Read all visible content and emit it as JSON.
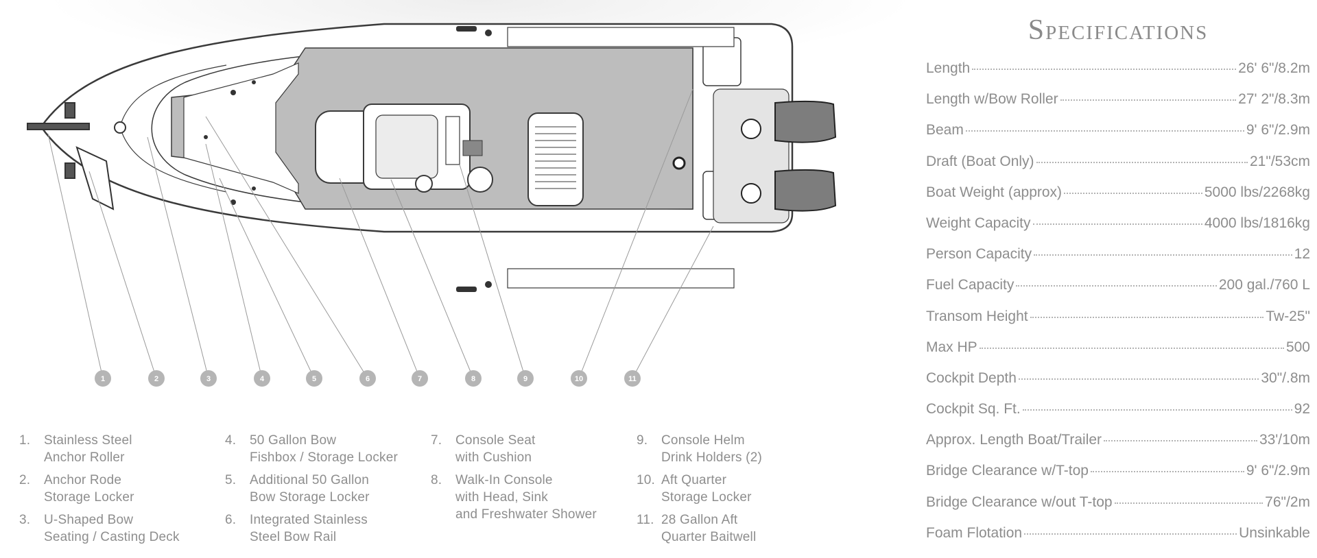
{
  "specifications": {
    "title": "Specifications",
    "rows": [
      {
        "label": "Length",
        "value": "26' 6\"/8.2m"
      },
      {
        "label": "Length w/Bow Roller",
        "value": "27' 2\"/8.3m"
      },
      {
        "label": "Beam",
        "value": "9' 6\"/2.9m"
      },
      {
        "label": "Draft (Boat Only)",
        "value": "21\"/53cm"
      },
      {
        "label": "Boat Weight (approx)",
        "value": "5000 lbs/2268kg"
      },
      {
        "label": "Weight Capacity",
        "value": "4000 lbs/1816kg"
      },
      {
        "label": "Person Capacity",
        "value": "12"
      },
      {
        "label": "Fuel Capacity",
        "value": "200 gal./760 L"
      },
      {
        "label": "Transom Height",
        "value": "Tw-25\""
      },
      {
        "label": "Max HP",
        "value": "500"
      },
      {
        "label": "Cockpit Depth",
        "value": "30\"/.8m"
      },
      {
        "label": "Cockpit Sq. Ft.",
        "value": "92"
      },
      {
        "label": "Approx. Length Boat/Trailer",
        "value": "33'/10m"
      },
      {
        "label": "Bridge Clearance w/T-top",
        "value": "9' 6\"/2.9m"
      },
      {
        "label": "Bridge Clearance w/out T-top",
        "value": "76\"/2m"
      },
      {
        "label": "Foam Flotation",
        "value": "Unsinkable"
      }
    ]
  },
  "callouts": [
    "1",
    "2",
    "3",
    "4",
    "5",
    "6",
    "7",
    "8",
    "9",
    "10",
    "11"
  ],
  "legend": [
    {
      "num": "1.",
      "text": "Stainless Steel\nAnchor Roller"
    },
    {
      "num": "2.",
      "text": "Anchor Rode\nStorage Locker"
    },
    {
      "num": "3.",
      "text": "U-Shaped Bow\nSeating / Casting Deck"
    },
    {
      "num": "4.",
      "text": "50 Gallon Bow\nFishbox / Storage Locker"
    },
    {
      "num": "5.",
      "text": "Additional 50 Gallon\nBow Storage Locker"
    },
    {
      "num": "6.",
      "text": "Integrated Stainless\nSteel Bow Rail"
    },
    {
      "num": "7.",
      "text": "Console Seat\nwith Cushion"
    },
    {
      "num": "8.",
      "text": "Walk-In Console\nwith Head, Sink\nand Freshwater Shower"
    },
    {
      "num": "9.",
      "text": "Console Helm\nDrink Holders (2)"
    },
    {
      "num": "10.",
      "text": "Aft Quarter\nStorage Locker"
    },
    {
      "num": "11.",
      "text": "28 Gallon Aft\nQuarter Baitwell"
    }
  ],
  "colors": {
    "deck": "#bdbdbd",
    "hull_outline": "#444444",
    "callout_circle": "#b5b5b5",
    "text": "#8e8e8e"
  }
}
